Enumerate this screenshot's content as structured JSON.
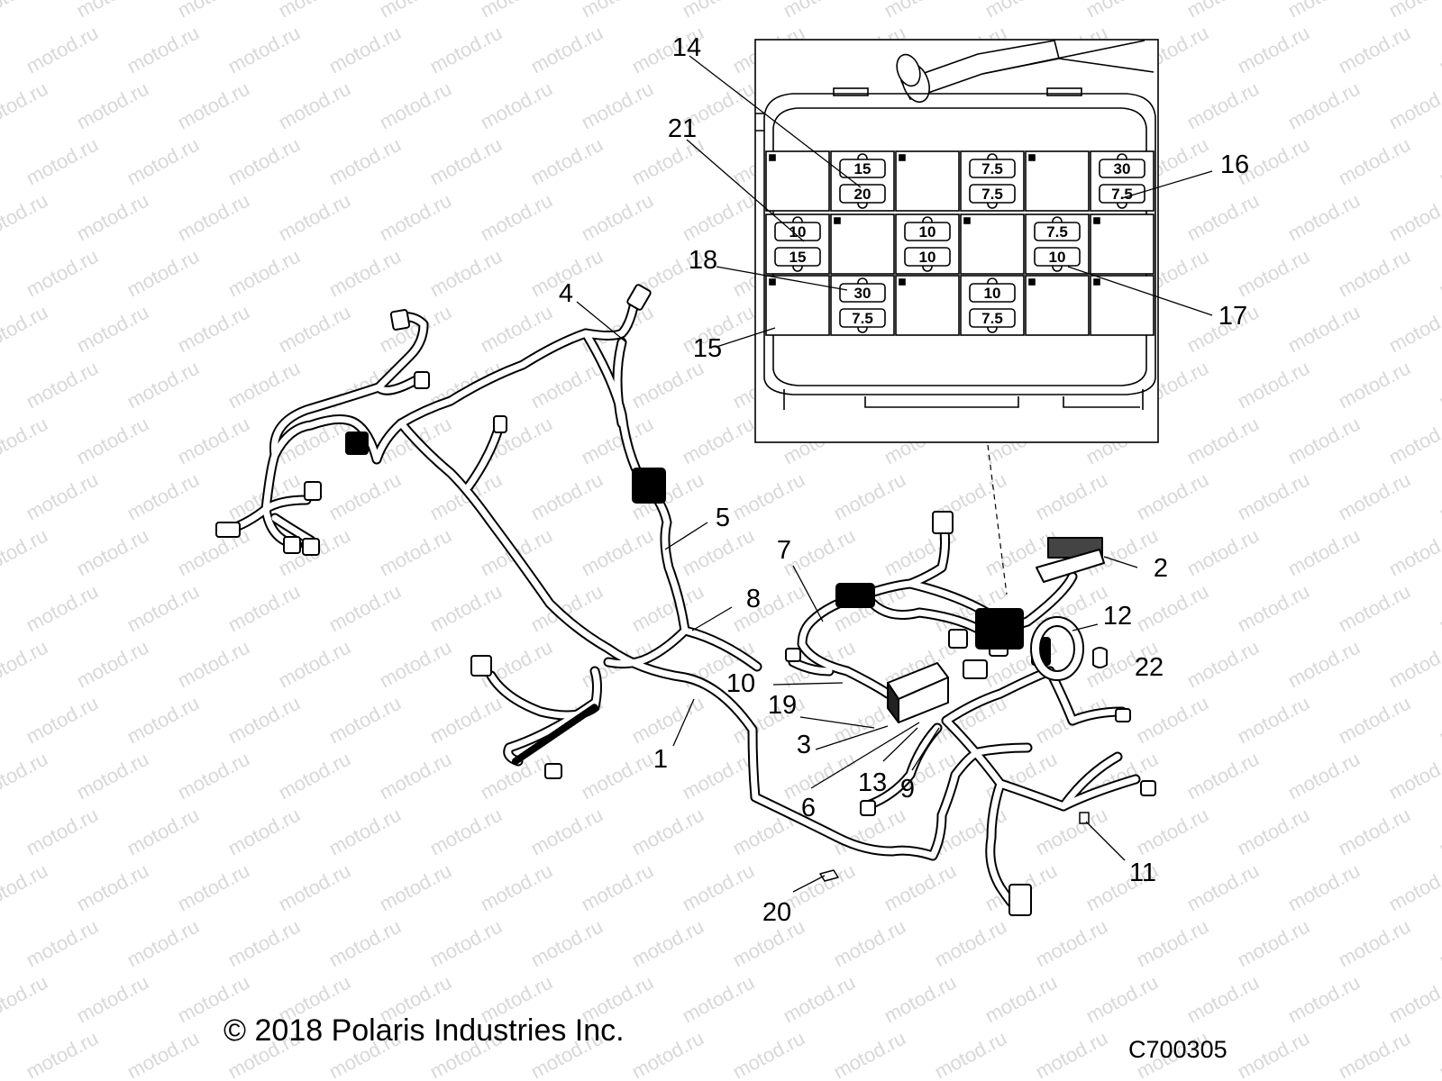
{
  "watermark": "motod.ru",
  "copyright": "© 2018 Polaris Industries Inc.",
  "figure_id": "C700305",
  "callouts": [
    {
      "label": "1"
    },
    {
      "label": "2"
    },
    {
      "label": "3"
    },
    {
      "label": "4"
    },
    {
      "label": "5"
    },
    {
      "label": "6"
    },
    {
      "label": "7"
    },
    {
      "label": "8"
    },
    {
      "label": "9"
    },
    {
      "label": "10"
    },
    {
      "label": "11"
    },
    {
      "label": "12"
    },
    {
      "label": "13"
    },
    {
      "label": "14"
    },
    {
      "label": "15"
    },
    {
      "label": "16"
    },
    {
      "label": "17"
    },
    {
      "label": "18"
    },
    {
      "label": "19"
    },
    {
      "label": "20"
    },
    {
      "label": "21"
    },
    {
      "label": "22"
    }
  ],
  "fuse_values": [
    "15",
    "20",
    "7.5",
    "7.5",
    "30",
    "7.5",
    "10",
    "15",
    "10",
    "10",
    "7.5",
    "10",
    "30",
    "7.5",
    "10",
    "7.5"
  ]
}
